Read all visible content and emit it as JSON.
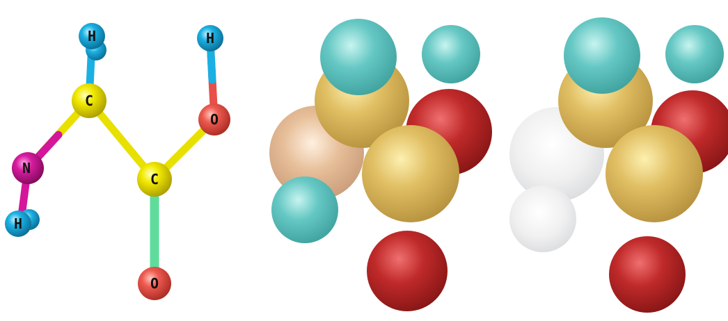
{
  "colors": {
    "carbon": "#e8e000",
    "oxygen": "#e8504a",
    "nitrogen": "#d4169a",
    "hydrogen": "#1aa8dc",
    "double_bond": "#5fdc9c",
    "sf_carbon": "#d9b75a",
    "sf_hydrogen": "#60c4c0",
    "sf_oxygen": "#b82424",
    "sf_nitrogen_a": "#e0b48e",
    "sf_nitrogen_b": "#eeeeee"
  },
  "ball_and_stick": {
    "atoms": {
      "h_top": "H",
      "c_upper": "C",
      "h_right": "H",
      "o_hydroxyl": "O",
      "n_amine": "N",
      "h_nitrogen": "H",
      "c_carboxyl": "C",
      "o_carbonyl": "O"
    }
  }
}
